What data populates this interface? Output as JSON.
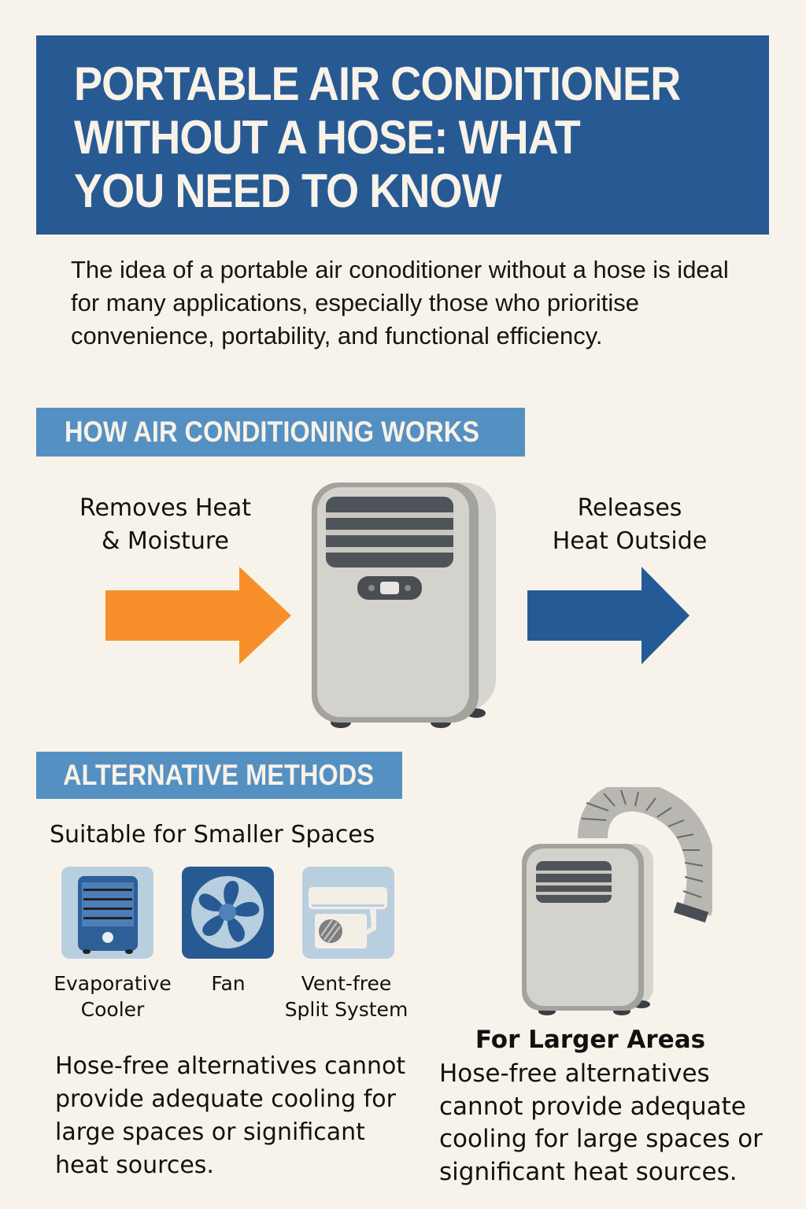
{
  "header": {
    "title": "PORTABLE AIR CONDITIONER\nWITHOUT A HOSE: WHAT\nYOU NEED TO KNOW"
  },
  "intro": {
    "text": "The idea of a portable air conoditioner without a hose is ideal for many applications, especially those who prioritise convenience, portability, and functional efficiency."
  },
  "how_it_works": {
    "banner": "HOW AIR CONDITIONING WORKS",
    "left_label": "Removes Heat\n& Moisture",
    "right_label": "Releases\nHeat Outside",
    "left_arrow_color": "#f7902a",
    "right_arrow_color": "#245b97",
    "icons": [
      "arrow-right-icon",
      "portable-ac-unit-icon",
      "arrow-right-icon"
    ]
  },
  "alternatives": {
    "banner": "ALTERNATIVE METHODS",
    "small_spaces": {
      "heading": "Suitable for Smaller Spaces",
      "items": [
        {
          "label": "Evaporative\nCooler",
          "icon": "evaporative-cooler-icon"
        },
        {
          "label": "Fan",
          "icon": "fan-icon"
        },
        {
          "label": "Vent-free\nSplit System",
          "icon": "split-system-icon"
        }
      ],
      "note": "Hose-free alternatives cannot provide adequate cooling for large spaces or significant heat sources."
    },
    "large_areas": {
      "heading": "For Larger Areas",
      "icon": "portable-ac-with-hose-icon",
      "note": "Hose-free alternatives cannot provide adequate cooling for large spaces or significant heat sources."
    }
  },
  "colors": {
    "background": "#f8f3ea",
    "header_blue": "#275a93",
    "banner_blue": "#5590c2",
    "orange": "#f7902a",
    "light_tile": "#b8cfdf"
  }
}
